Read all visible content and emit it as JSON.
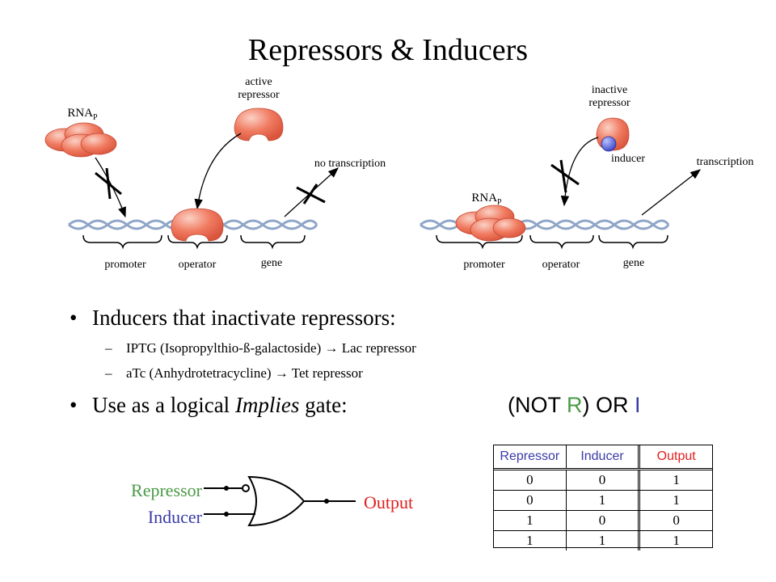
{
  "title": "Repressors & Inducers",
  "left_diagram": {
    "rnap": "RNA",
    "rnap_sub": "P",
    "active_repressor_line1": "active",
    "active_repressor_line2": "repressor",
    "no_transcription": "no transcription",
    "promoter": "promoter",
    "operator": "operator",
    "gene": "gene"
  },
  "right_diagram": {
    "inactive_repressor_line1": "inactive",
    "inactive_repressor_line2": "repressor",
    "inducer": "inducer",
    "transcription": "transcription",
    "rnap": "RNA",
    "rnap_sub": "P",
    "promoter": "promoter",
    "operator": "operator",
    "gene": "gene"
  },
  "bullets": {
    "b1": "Inducers that inactivate repressors:",
    "sub1_a": "IPTG (Isopropylthio-ß-galactoside)",
    "sub1_b": "Lac repressor",
    "sub2_a": "aTc (Anhydrotetracycline)",
    "sub2_b": "Tet repressor",
    "b2_a": "Use as a logical ",
    "b2_em": "Implies",
    "b2_b": " gate:"
  },
  "formula": {
    "open": "(NOT ",
    "r": "R",
    "mid": ") OR ",
    "i": "I"
  },
  "gate": {
    "repressor": "Repressor",
    "inducer": "Inducer",
    "output": "Output"
  },
  "truth_table": {
    "headers": [
      "Repressor",
      "Inducer",
      "Output"
    ],
    "rows": [
      [
        "0",
        "0",
        "1"
      ],
      [
        "0",
        "1",
        "1"
      ],
      [
        "1",
        "0",
        "0"
      ],
      [
        "1",
        "1",
        "1"
      ]
    ]
  },
  "colors": {
    "repressor": "#4a9a45",
    "inducer": "#3a3aa8",
    "output": "#e02020",
    "protein": "#f07a60",
    "dna": "#8fa6c8"
  }
}
